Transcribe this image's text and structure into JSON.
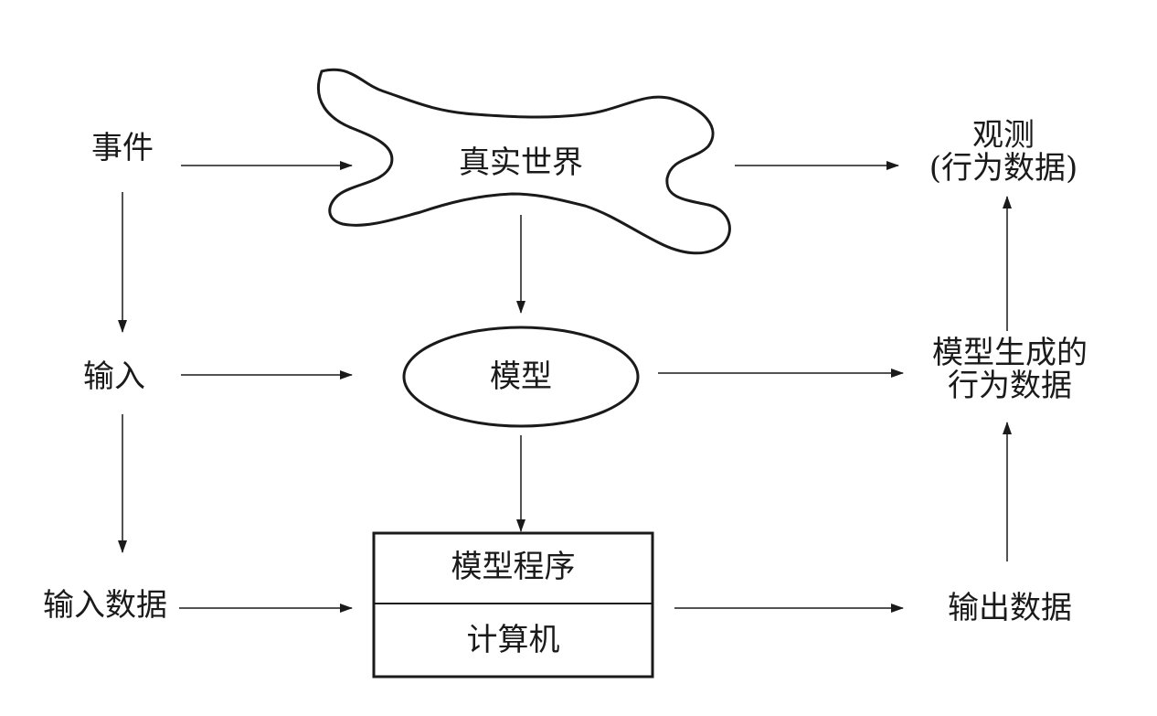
{
  "labels": {
    "event": "事件",
    "input": "输入",
    "input_data": "输入数据",
    "real_world": "真实世界",
    "model": "模型",
    "model_program": "模型程序",
    "computer": "计算机",
    "observation_line1": "观测",
    "observation_line2": "(行为数据)",
    "model_generated_line1": "模型生成的",
    "model_generated_line2": "行为数据",
    "output_data": "输出数据"
  },
  "colors": {
    "stroke": "#1a1a1a",
    "background": "#ffffff"
  }
}
